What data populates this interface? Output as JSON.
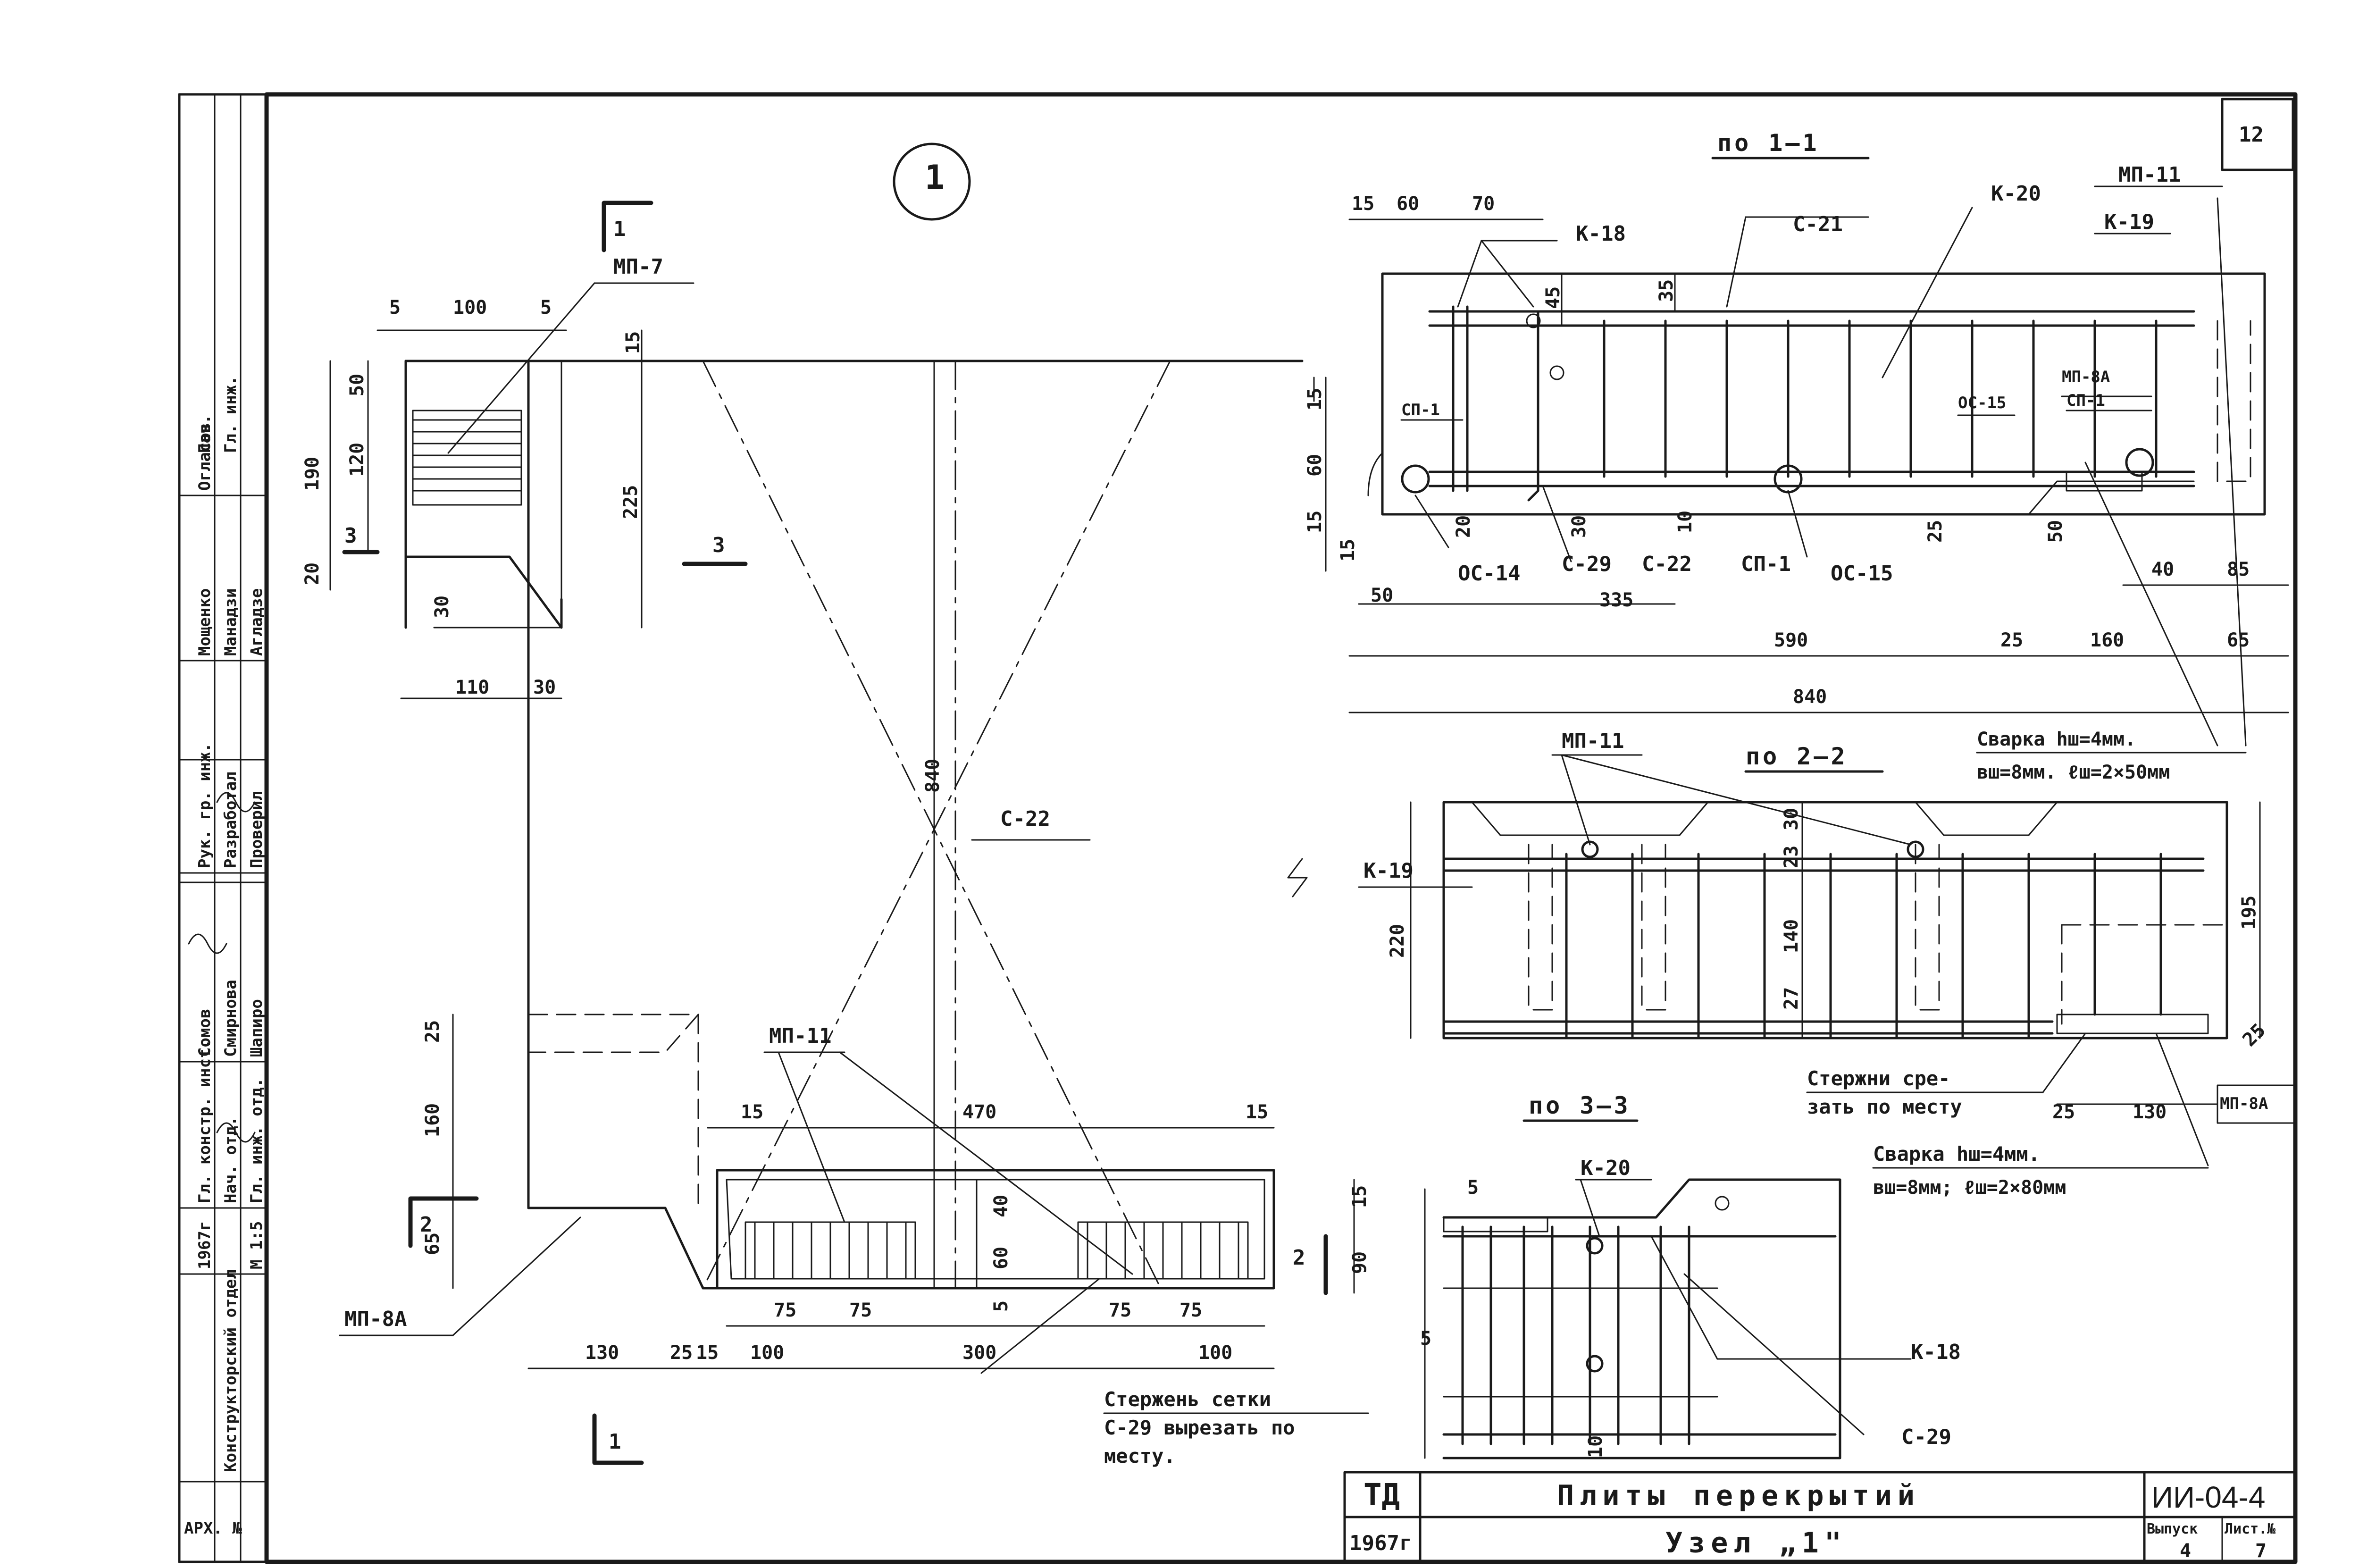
{
  "sheet": {
    "node_number": "1",
    "sheet_number": "12",
    "org": "ТД",
    "year": "1967г",
    "title": "Плиты перекрытий",
    "subtitle": "Узел „1\"",
    "code": "ИИ-04-4",
    "issue_label": "Выпуск",
    "issue_value": "4",
    "sheet_label": "Лист.№",
    "sheet_value": "7"
  },
  "stamp": {
    "arch_label": "АРХ. №",
    "department": "Конструкторский отдел",
    "scale_label": "М 1:5",
    "year_small": "1967г",
    "agreed": "Огласов",
    "roles": [
      "Пач.",
      "Гл. инж.",
      "Рук. гр. инж.",
      "Разработал",
      "Проверил",
      "Гл. констр. инст.",
      "Нач. отд.",
      "Гл. инж. отд."
    ],
    "names": [
      "Мощенко",
      "Манадзи",
      "Агладзе",
      "Сомов",
      "Смирнова",
      "Шапиро"
    ]
  },
  "sections": {
    "s11": "по 1—1",
    "s22": "по 2—2",
    "s33": "по 3—3",
    "cut1": "1",
    "cut2": "2",
    "cut3": "3"
  },
  "labels": {
    "mp7": "МП-7",
    "mp11": "МП-11",
    "mp8a": "МП-8А",
    "c22": "С-22",
    "c21": "С-21",
    "c29": "С-29",
    "k18": "К-18",
    "k19": "К-19",
    "k20": "К-20",
    "sp1": "СП-1",
    "oc14": "ОС-14",
    "oc15": "ОС-15"
  },
  "notes": {
    "weld1_line1": "Сварка hш=4мм.",
    "weld1_line2": "вш=8мм. ℓш=2×50мм",
    "weld2_line1": "Сварка hш=4мм.",
    "weld2_line2": "вш=8мм; ℓш=2×80мм",
    "cut_line1": "Стержни сре-",
    "cut_line2": "зать по месту",
    "mesh_line1": "Стержень сетки",
    "mesh_line2": "С-29 вырезать по",
    "mesh_line3": "месту."
  },
  "dims": {
    "d5": "5",
    "d100": "100",
    "d15": "15",
    "d50": "50",
    "d190": "190",
    "d120": "120",
    "d20": "20",
    "d225": "225",
    "d30": "30",
    "d110": "110",
    "d840": "840",
    "d25": "25",
    "d160": "160",
    "d65": "65",
    "d470": "470",
    "d40": "40",
    "d60": "60",
    "d75": "75",
    "d130": "130",
    "d300": "300",
    "d90": "90",
    "d70": "70",
    "d45": "45",
    "d35": "35",
    "d10": "10",
    "d335": "335",
    "d590": "590",
    "d85": "85",
    "d220": "220",
    "d23": "23",
    "d140": "140",
    "d27": "27",
    "d195": "195"
  }
}
